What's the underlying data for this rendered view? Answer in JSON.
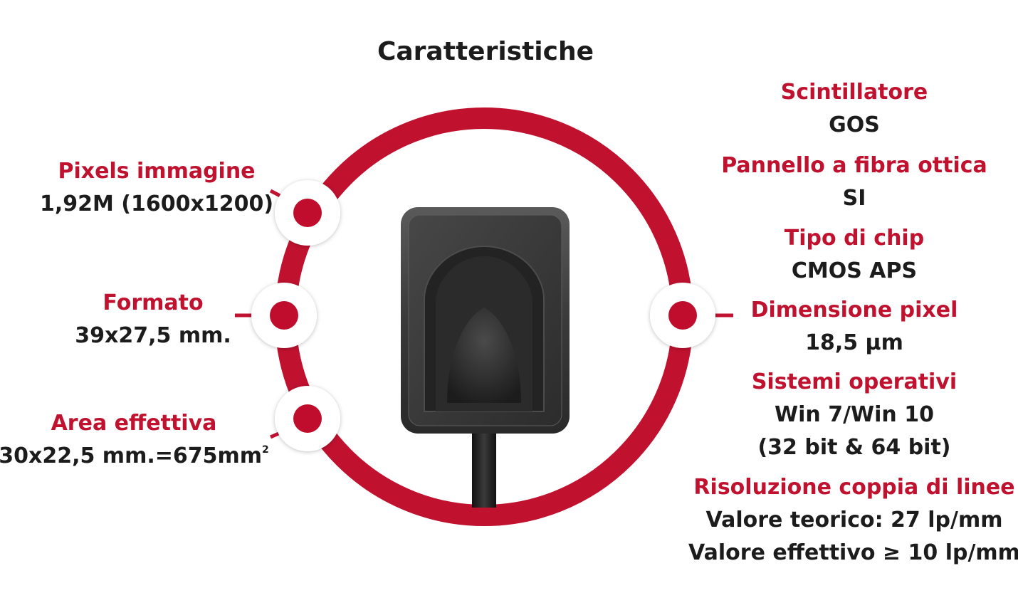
{
  "title": "Caratteristiche",
  "colors": {
    "accent": "#c0112f",
    "text": "#1c1c1c",
    "sensor": "#2b2b2b"
  },
  "left_specs": [
    {
      "label": "Pixels immagine",
      "value": "1,92M (1600x1200)"
    },
    {
      "label": "Formato",
      "value": "39x27,5 mm."
    },
    {
      "label": "Area effettiva",
      "value": "30x22,5 mm.=675mm",
      "value_sup": "2"
    }
  ],
  "right_specs": [
    {
      "label": "Scintillatore",
      "value": "GOS"
    },
    {
      "label": "Pannello a fibra ottica",
      "value": "SI"
    },
    {
      "label": "Tipo di chip",
      "value": "CMOS APS"
    },
    {
      "label": "Dimensione pixel",
      "value": "18,5 µm"
    },
    {
      "label": "Sistemi operativi",
      "value": "Win 7/Win 10",
      "value2": "(32 bit & 64 bit)"
    },
    {
      "label": "Risoluzione coppia di linee",
      "value": "Valore teorico: 27 lp/mm",
      "value2": "Valore effettivo ≥ 10 lp/mm"
    }
  ]
}
